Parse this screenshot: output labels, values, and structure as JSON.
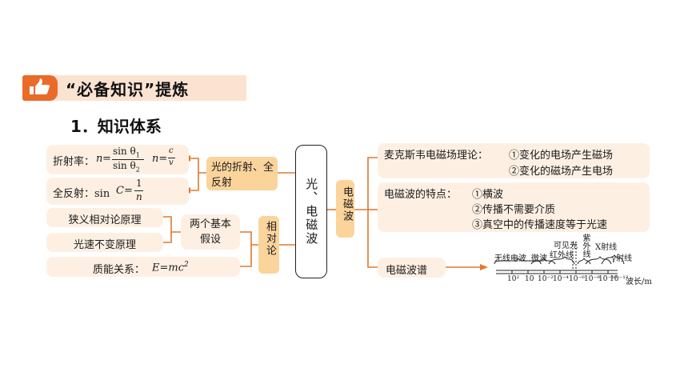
{
  "header": {
    "title": "“必备知识”提炼",
    "icon": "thumbs-up-icon",
    "accent": "#ea6a2a",
    "band": "#fbe3d2"
  },
  "section": {
    "title": "1．知识体系"
  },
  "center": {
    "label": "光、电磁波"
  },
  "left": {
    "refraction_rate_label": "折射率：",
    "refraction_formula_n": "n",
    "refraction_formula_eq": "=",
    "sin_theta1": "sin θ",
    "sin_theta1_sub": "1",
    "sin_theta2": "sin θ",
    "sin_theta2_sub": "2",
    "n_eq": "n=",
    "c": "c",
    "v": "v",
    "total_reflection_label": "全反射：sin",
    "total_reflection_C": "C",
    "total_reflection_eq": "=",
    "one": "1",
    "n": "n",
    "narrow_relativity": "狭义相对论原理",
    "light_speed_constant": "光速不变原理",
    "mass_energy_label": "质能关系：",
    "mass_energy_formula": "E=mc",
    "mass_energy_sup": "2"
  },
  "middle_left": {
    "refraction_node": "光的折射、全反射",
    "assumptions_node": "两个基本假设",
    "relativity_node": "相对论"
  },
  "middle_right": {
    "em_wave_node": "电磁波"
  },
  "right": {
    "maxwell_title": "麦克斯韦电磁场理论：",
    "maxwell_1": "①变化的电场产生磁场",
    "maxwell_2": "②变化的磁场产生电场",
    "features_title": "电磁波的特点：",
    "feature_1": "①横波",
    "feature_2": "②传播不需要介质",
    "feature_3": "③真空中的传播速度等于光速",
    "spectrum_title": "电磁波谱"
  },
  "spectrum": {
    "radio": "无线电波",
    "microwave": "微波",
    "infrared": "红外线",
    "visible": "可见光",
    "ultraviolet": "紫外线",
    "xray": "X射线",
    "gamma": "γ射线",
    "tick_1": "10²",
    "tick_2": "10",
    "tick_3": "10⁻²",
    "tick_4": "10⁻⁴",
    "tick_5": "10⁻⁶",
    "tick_6": "10⁻⁸",
    "tick_7": "10⁻¹⁰",
    "tick_8": "10⁻¹²",
    "axis_label": "波长/m"
  }
}
